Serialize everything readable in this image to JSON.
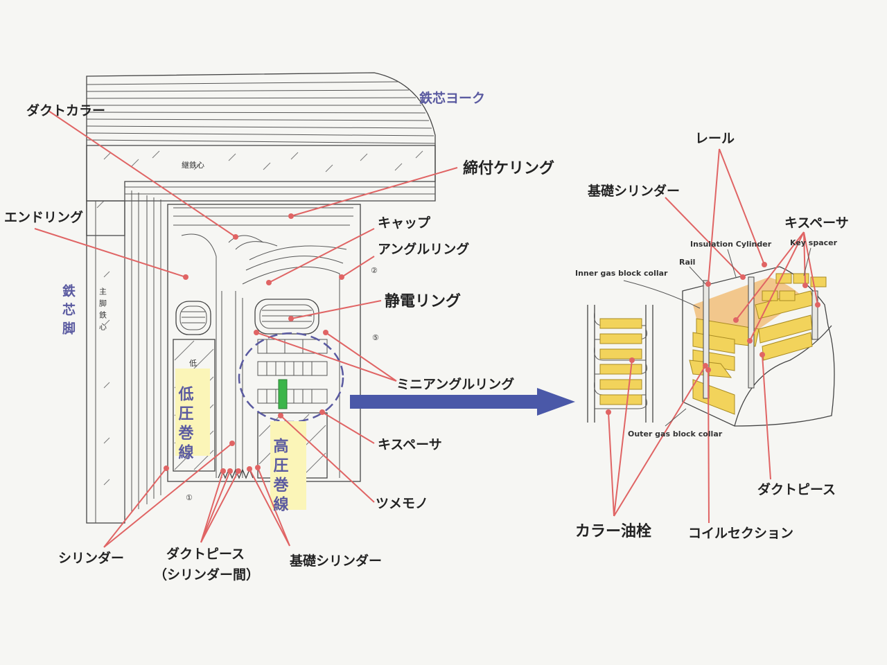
{
  "left_labels": {
    "core_yoke": "鉄芯ヨーク",
    "duct_collar": "ダクトカラー",
    "yoke_inner": "継鉄心",
    "clamping_ring": "締付ケリング",
    "end_ring": "エンドリング",
    "cap": "キャップ",
    "angle_ring": "アングルリング",
    "static_ring": "静電リング",
    "core_leg": "鉄芯脚",
    "main_leg": "主脚鉄心",
    "mini_angle_ring": "ミニアングルリング",
    "key_spacer": "キスペーサ",
    "low_voltage_winding": "低圧巻線",
    "low_small": "低",
    "high_voltage_winding": "高圧巻線",
    "tsumemono": "ツメモノ",
    "cylinder": "シリンダー",
    "duct_piece_cyl": "ダクトピース",
    "duct_piece_cyl_sub": "（シリンダー間）",
    "base_cylinder": "基礎シリンダー",
    "num_1": "①",
    "num_2": "②",
    "num_5": "⑤"
  },
  "right_labels": {
    "rail_jp": "レール",
    "base_cylinder": "基礎シリンダー",
    "key_spacer": "キスペーサ",
    "insulation_cylinder": "Insulation Cylinder",
    "key_spacer_en": "Key spacer",
    "rail_en": "Rail",
    "inner_collar": "Inner gas block collar",
    "outer_collar": "Outer gas block collar",
    "duct_piece": "ダクトピース",
    "collar_plug": "カラー油栓",
    "coil_section": "コイルセクション"
  },
  "colors": {
    "leader": "#e06464",
    "highlight_yellow": "#fbf5b8",
    "coil_yellow": "#f2d35b",
    "coil_orange": "#f0a848",
    "arrow_blue": "#4a58a8",
    "callout_blue": "#5a5aa0",
    "green_piece": "#3cb54a"
  }
}
